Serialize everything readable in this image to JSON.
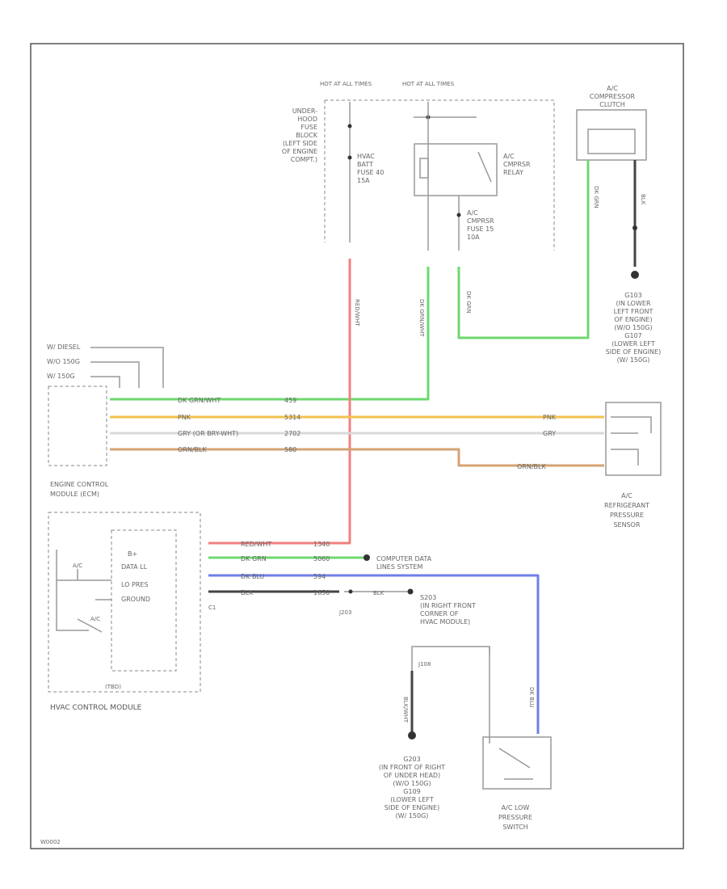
{
  "colors": {
    "red": "#f08080",
    "green": "#6fd86f",
    "orange": "#f2c14e",
    "tan": "#d4a373",
    "light_gray": "#d9d9d9",
    "blue": "#6f7fe6",
    "dark": "#444444"
  },
  "labels": {
    "hot_at_all_times_1": "HOT AT ALL TIMES",
    "hot_at_all_times_2": "HOT AT ALL TIMES",
    "underhood_fuse_block": [
      "UNDER-",
      "HOOD",
      "FUSE",
      "BLOCK",
      "(LEFT SIDE",
      "OF ENGINE",
      "COMPT.)"
    ],
    "hvac_batt_fuse": [
      "HVAC",
      "BATT",
      "FUSE 40",
      "15A"
    ],
    "ac_cmprsr_relay": [
      "A/C",
      "CMPRSR",
      "RELAY"
    ],
    "ac_cmprsr_fuse": [
      "A/C",
      "CMPRSR",
      "FUSE 15",
      "10A"
    ],
    "ac_compressor_clutch": [
      "A/C",
      "COMPRESSOR",
      "CLUTCH"
    ],
    "ground_g103": [
      "G103",
      "(IN LOWER",
      "LEFT FRONT",
      "OF ENGINE)",
      "(W/O 150G)",
      "G107",
      "(LOWER LEFT",
      "SIDE OF ENGINE)",
      "(W/ 150G)"
    ],
    "engine_options": [
      "W/ DIESEL",
      "W/O 150G",
      "W/ 150G"
    ],
    "ecm": [
      "ENGINE CONTROL",
      "MODULE (ECM)"
    ],
    "ac_refrigerant_sensor": [
      "A/C",
      "REFRIGERANT",
      "PRESSURE",
      "SENSOR"
    ],
    "hvac_module_pins": [
      "B+",
      "DATA LL",
      "LO PRES",
      "GROUND"
    ],
    "computer_data_lines": [
      "COMPUTER DATA",
      "LINES SYSTEM"
    ],
    "splice_s203": [
      "S203",
      "(IN RIGHT FRONT",
      "CORNER OF",
      "HVAC MODULE)"
    ],
    "hvac_control_module": "HVAC CONTROL MODULE",
    "ground_g203": [
      "G203",
      "(IN FRONT OF RIGHT",
      "OF UNDER HEAD)",
      "(W/O 150G)",
      "G109",
      "(LOWER LEFT",
      "SIDE OF ENGINE)",
      "(W/ 150G)"
    ],
    "ac_low_pressure_switch": [
      "A/C LOW",
      "PRESSURE",
      "SWITCH"
    ],
    "ac_switch_1": "A/C",
    "ac_switch_2": "A/C",
    "connector_c1": "C1",
    "connector_j203": "J203",
    "connector_j108": "J108",
    "hvac_sub": "(TBD)",
    "ecm_wires": [
      "DK GRN/WHT",
      "PNK",
      "GRY (OR BRY-WHT)",
      "ORN/BLK"
    ],
    "ecm_circuits": [
      "459",
      "5314",
      "2702",
      "580"
    ],
    "sensor_wires": [
      "PNK",
      "GRY"
    ],
    "sensor_wire_lower": "ORN/BLK",
    "hvac_wires": [
      "RED/WHT",
      "DK GRN",
      "DK BLU",
      "BLK"
    ],
    "hvac_circuits": [
      "1340",
      "5060",
      "594",
      "1650"
    ],
    "gnd_wire": "BLK",
    "vertical_red": "RED/WHT",
    "vertical_green": "DK GRN/WHT",
    "vertical_green2": "DK GRN",
    "vertical_blk_left": "BLK/WHT",
    "vertical_blu": "DK BLU",
    "clutch_wire1": "DK GRN",
    "clutch_wire2": "BLK",
    "figure_id": "W0002"
  }
}
